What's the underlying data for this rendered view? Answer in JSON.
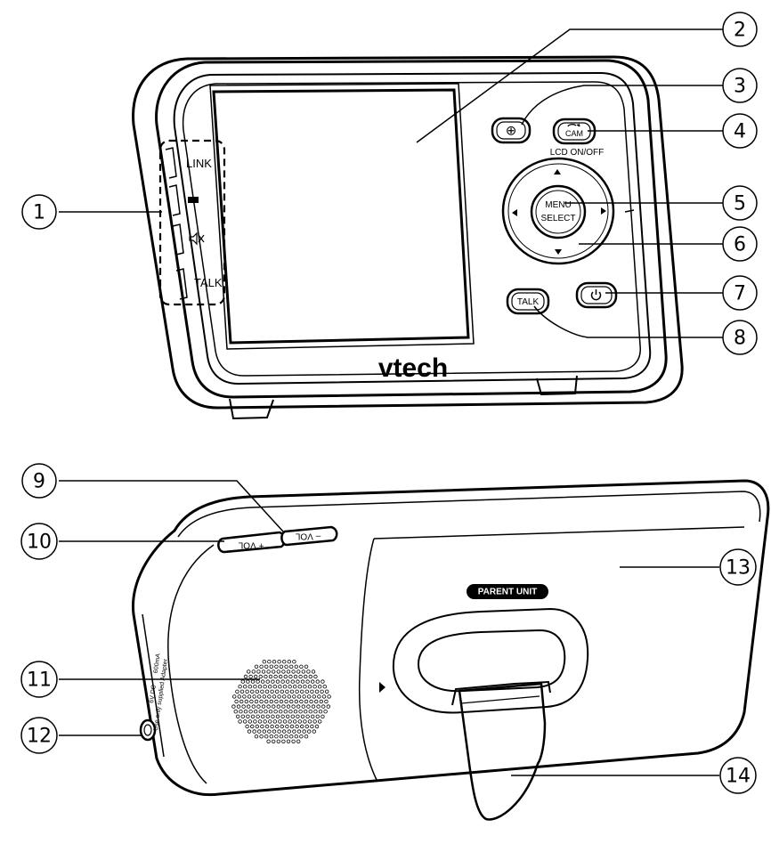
{
  "front": {
    "side_buttons": [
      "LINK",
      "",
      "",
      "TALK"
    ],
    "zoom_symbol": "⊕",
    "cam_label": "CAM",
    "lcd_label": "LCD ON/OFF",
    "menu_line1": "MENU",
    "menu_line2": "SELECT",
    "talk_label": "TALK",
    "brand": "vtech"
  },
  "back": {
    "vol_plus_label": "+ VOL",
    "vol_minus_label": "– VOL",
    "parent_unit_label": "PARENT UNIT",
    "dc_label_1": "6V DC",
    "dc_label_2": "600mA",
    "dc_label_3": "Use only supplied Adapter"
  },
  "callouts": [
    "1",
    "2",
    "3",
    "4",
    "5",
    "6",
    "7",
    "8",
    "9",
    "10",
    "11",
    "12",
    "13",
    "14"
  ]
}
